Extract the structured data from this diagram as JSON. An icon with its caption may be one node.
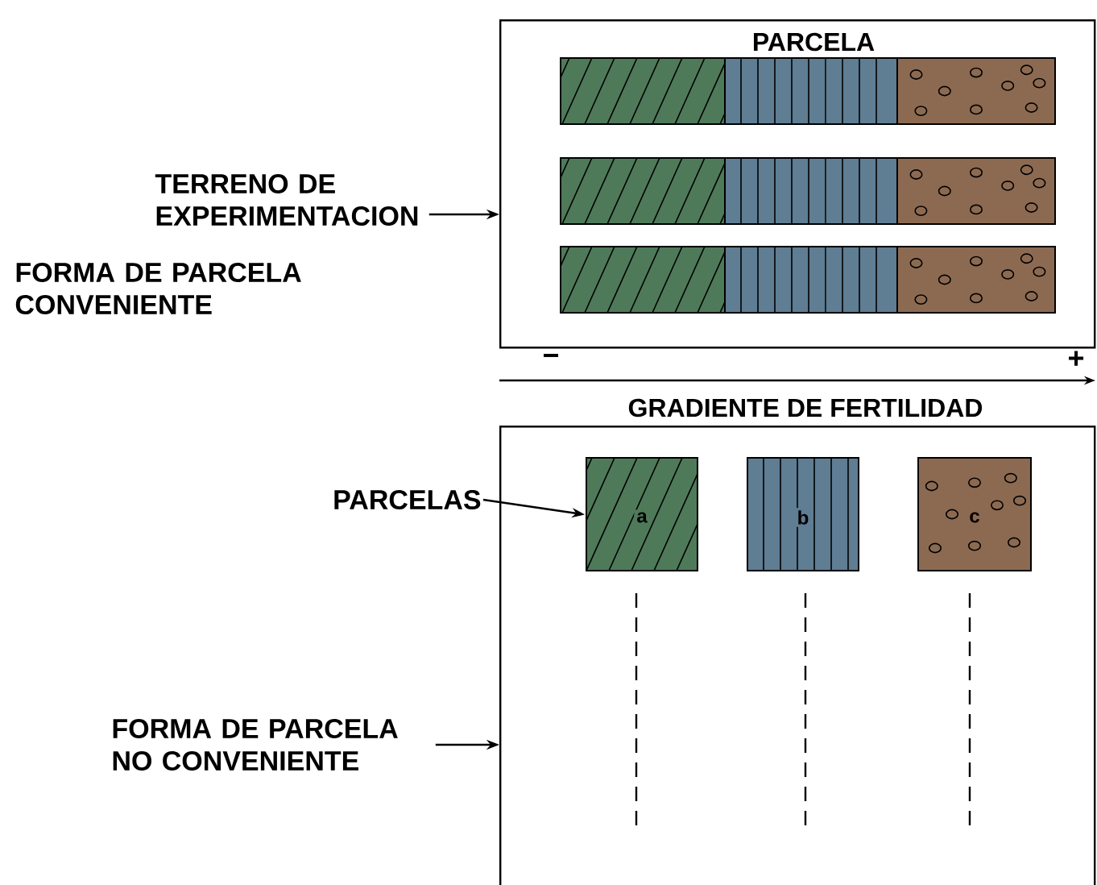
{
  "diagram": {
    "nodes": [
      {
        "text": [
          "PARCELA"
        ]
      },
      {
        "text": [],
        "shape": "bar",
        "in": 0
      },
      {
        "text": [],
        "shape": "bar",
        "in": 0
      },
      {
        "text": [],
        "shape": "bar",
        "in": 0
      },
      {
        "text": [
          "TERRENO DE EXPERIMENTACION"
        ]
      },
      {
        "text": [],
        "shape": "box"
      },
      {
        "text": [
          "PARCELAS"
        ]
      },
      {
        "text": [
          "a"
        ],
        "in": 5
      },
      {
        "text": [
          "b"
        ],
        "in": 5
      },
      {
        "text": [
          "c"
        ],
        "in": 5
      },
      {
        "text": [
          "FORMA DE PARCELA NO CONVENIENTE"
        ]
      }
    ],
    "edges": [
      {
        "from": 4,
        "to": 0,
        "arrow": "to"
      },
      {
        "from": 6,
        "to": 7,
        "arrow": "to"
      },
      {
        "from": 10,
        "to": 5,
        "arrow": "to"
      }
    ],
    "labels": [
      "FORMA DE PARCELA CONVENIENTE",
      "−",
      "+",
      "GRADIENTE DE FERTILIDAD"
    ]
  }
}
